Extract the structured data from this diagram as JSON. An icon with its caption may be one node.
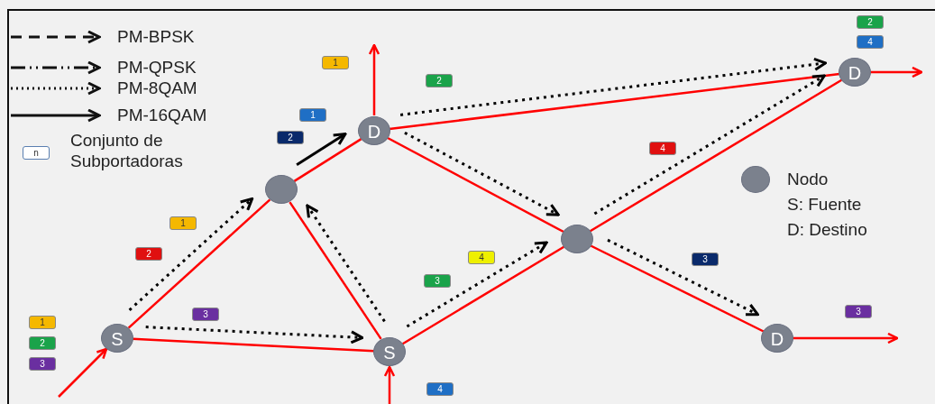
{
  "diagram": {
    "nodes": [
      {
        "text": [
          "D"
        ]
      },
      {
        "text": [
          "D"
        ]
      },
      {
        "text": [],
        "shape": "circle"
      },
      {
        "text": [],
        "shape": "circle"
      },
      {
        "text": [
          "S"
        ]
      },
      {
        "text": [
          "D"
        ]
      },
      {
        "text": [
          "S"
        ]
      }
    ],
    "edges": [
      {
        "from": 4,
        "to": 2,
        "arrow": "none"
      },
      {
        "from": 4,
        "to": 6,
        "arrow": "none"
      },
      {
        "from": 2,
        "to": 1,
        "arrow": "none"
      },
      {
        "from": 2,
        "to": 6,
        "arrow": "none"
      },
      {
        "from": 1,
        "to": 3,
        "arrow": "none"
      },
      {
        "from": 6,
        "to": 3,
        "arrow": "none"
      },
      {
        "from": 1,
        "to": 0,
        "arrow": "none"
      },
      {
        "from": 3,
        "to": 0,
        "arrow": "none"
      },
      {
        "from": 3,
        "to": 5,
        "arrow": "none"
      },
      {
        "from": null,
        "to": 4,
        "arrow": "to"
      },
      {
        "from": null,
        "to": 6,
        "arrow": "to"
      },
      {
        "from": 1,
        "to": null,
        "arrow": "to"
      },
      {
        "from": 0,
        "to": null,
        "arrow": "to"
      },
      {
        "from": 5,
        "to": null,
        "arrow": "to"
      },
      {
        "from": 4,
        "to": 2,
        "arrow": "to",
        "style": "dashed",
        "color": "#000000"
      },
      {
        "from": 4,
        "to": 6,
        "arrow": "to",
        "style": "dashed",
        "color": "#000000"
      },
      {
        "from": 6,
        "to": 2,
        "arrow": "to",
        "style": "dashed",
        "color": "#000000"
      },
      {
        "from": 2,
        "to": 1,
        "arrow": "to",
        "color": "#000000"
      },
      {
        "from": 1,
        "to": 0,
        "arrow": "to",
        "style": "dashed",
        "color": "#000000"
      },
      {
        "from": 1,
        "to": 3,
        "arrow": "to",
        "style": "dashed",
        "color": "#000000"
      },
      {
        "from": 6,
        "to": 3,
        "arrow": "to",
        "style": "dashed",
        "color": "#000000"
      },
      {
        "from": 3,
        "to": 0,
        "arrow": "to",
        "style": "dashed",
        "color": "#000000"
      },
      {
        "from": 3,
        "to": 5,
        "arrow": "to",
        "style": "dashed",
        "color": "#000000"
      }
    ],
    "labels": [
      "2",
      "4",
      "1",
      "2",
      "1",
      "2",
      "4",
      "n",
      "1",
      "2",
      "4",
      "3",
      "3",
      "3",
      "3",
      "1",
      "2",
      "3",
      "4"
    ],
    "legend": [
      {
        "text": "PM-BPSK"
      },
      {
        "text": "PM-QPSK"
      },
      {
        "text": "PM-8QAM"
      },
      {
        "text": "PM-16QAM"
      },
      {
        "text": "Conjunto de Subportadoras"
      },
      {
        "text": "Nodo"
      },
      {
        "text": "S: Fuente"
      },
      {
        "text": "D: Destino"
      }
    ]
  }
}
